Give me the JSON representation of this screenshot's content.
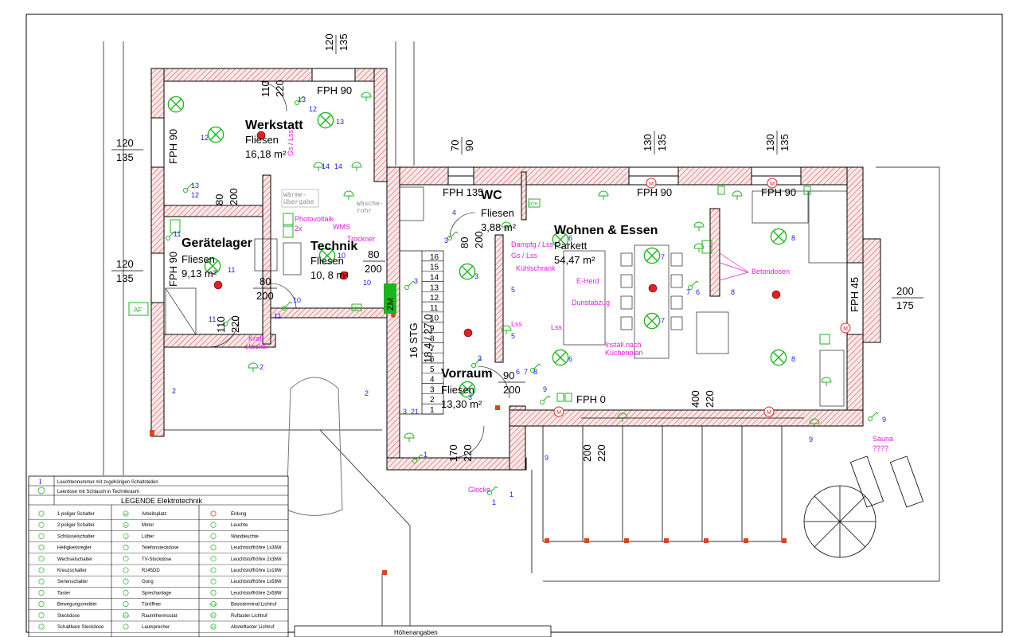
{
  "rooms": {
    "werkstatt": {
      "name": "Werkstatt",
      "floor": "Fliesen",
      "area": "16,18 m²"
    },
    "geraetelager": {
      "name": "Gerätelager",
      "floor": "Fliesen",
      "area": "9,13 m²"
    },
    "technik": {
      "name": "Technik",
      "floor": "Fliesen",
      "area": "10, 8 m²"
    },
    "wc": {
      "name": "WC",
      "floor": "Fliesen",
      "area": "3,88 m²"
    },
    "wohnen": {
      "name": "Wohnen & Essen",
      "floor": "Parkett",
      "area": "54,47 m²"
    },
    "vorraum": {
      "name": "Vorraum",
      "floor": "Fliesen",
      "area": "13,30 m²"
    }
  },
  "dimensions": {
    "d120a": "120",
    "d135a": "135",
    "d120b": "120",
    "d135b": "135",
    "top1_a": "120",
    "top1_b": "135",
    "top2_a": "70",
    "top2_b": "90",
    "top3_a": "130",
    "top3_b": "135",
    "top4_a": "130",
    "top4_b": "135",
    "right_a": "200",
    "right_b": "175",
    "w110a": "110",
    "w220a": "220",
    "w110b": "110",
    "w220b": "220",
    "g200a": "200",
    "g80a": "80",
    "g200b": "200",
    "t80": "80",
    "t200": "200",
    "wc80": "80",
    "wc200": "200",
    "v90": "90",
    "v200": "200",
    "e170": "170",
    "e220": "220",
    "p200": "200",
    "p220": "220",
    "p400": "400",
    "p220b": "220",
    "stg": "16 STG",
    "stg2": "18,4 / 27,0",
    "steps": [
      "16",
      "15",
      "14",
      "13",
      "12",
      "11",
      "10",
      "9",
      "8",
      "7",
      "6",
      "5",
      "4",
      "3",
      "2",
      "1"
    ]
  },
  "windows": {
    "fph90_werk": "FPH 90",
    "fph90_left": "FPH 90",
    "fph90_left2": "FPH 90",
    "fph135": "FPH 135",
    "fph90_top1": "FPH 90",
    "fph90_top2": "FPH 90",
    "fph45": "FPH 45",
    "fph0": "FPH 0"
  },
  "labels": {
    "waermeuebergabe": "Wärme-\nübergabe",
    "waeschrohr": "Wäsche-\nrohr",
    "photovoltaik": "Photovoltaik",
    "pv2x": "2x",
    "wms": "WMS",
    "trockner": "Trockner",
    "gs_lss": "Gs / Lss",
    "dampfg": "Dampfg / Lss",
    "gs_lss2": "Gs / Lss",
    "kuehlschrank": "Kühlschrank",
    "eherd": "E-Herd",
    "dunstabzug": "Dunstabzug",
    "lss1": "Lss",
    "lss2": "Lss",
    "install": "Install.nach",
    "kuechenplan": "Küchenplan",
    "betondosen": "Betondosen",
    "kraft": "Kraft",
    "steckd": "steckd.",
    "glocke": "Glocke",
    "sauna": "Sauna",
    "sauna2": "????",
    "af": "AF",
    "zm": "ZM",
    "rt": "RT",
    "rth": "RTH"
  },
  "circuits": {
    "n12a": "12",
    "n13a": "13",
    "n12b": "12",
    "n13b": "13",
    "n12c": "12",
    "n13c": "13",
    "n13d": "13",
    "n12d": "12",
    "n14a": "14",
    "n14b": "14",
    "n11a": "11",
    "n11b": "11",
    "n11c": "11",
    "n11d": "11",
    "n10a": "10",
    "n10b": "10",
    "n10c": "10",
    "n2a": "2",
    "n2b": "2",
    "n2c": "2",
    "n4": "4",
    "n3a": "3",
    "n3b": "3",
    "n3c": "3",
    "n3d": "3",
    "n3e": "3",
    "n3f": "3",
    "n5a": "5",
    "n5b": "5",
    "n6a": "6",
    "n6b": "6",
    "n6c": "6",
    "n6d": "6",
    "n7a": "7",
    "n7b": "7",
    "n7c": "7",
    "n7d": "7",
    "n8a": "8",
    "n8b": "8",
    "n8c": "8",
    "n8d": "8",
    "n9a": "9",
    "n9b": "9",
    "n9c": "9",
    "n9d": "9",
    "n1a": "1",
    "n1b": "1",
    "n1c": "1",
    "n21": "21"
  },
  "legend": {
    "header1": "Leuchtennummer mit zugehörigen Schaltstellen",
    "header2": "Leerdose mit Schlauch in Technikraum",
    "title": "LEGENDE Elektrotechnik",
    "col1": [
      "1 poliger Schalter",
      "2 poliger Schalter",
      "Schlüsselschalter",
      "Helligkeitsregler",
      "Wechselschalter",
      "Kreuzschalter",
      "Serienschalter",
      "Taster",
      "Bewegungsmelder",
      "Steckdose",
      "Schaltbare Steckdose"
    ],
    "col2": [
      "Arbeitsplatz",
      "Motor",
      "Lüfter",
      "Telefonsteckdose",
      "TV-Stockdose",
      "RJ45DD",
      "Gong",
      "Sprechanlage",
      "Türöffner",
      "Raumthermostat",
      "Lautsprecher"
    ],
    "col3": [
      "Erdung",
      "Leuchte",
      "Wandleuchte",
      "Leuchtstoffröhre 1x36W",
      "Leuchtstoffröhre 2x36W",
      "Leuchtstoffröhre 1x18W",
      "Leuchtstoffröhre 1x58W",
      "Leuchtstoffröhre 2x58W",
      "Basisterminal Lichtruf",
      "Ruftaster Lichtruf",
      "Abstelltaster Lichtruf"
    ],
    "sym2": [
      "AP",
      "M",
      "",
      "",
      "",
      "",
      "",
      "",
      "",
      "RTH",
      ""
    ],
    "sym3b": [
      "",
      "",
      "",
      "",
      "",
      "",
      "",
      "",
      "VD-BT",
      "RT",
      "AT"
    ],
    "num1": "1"
  },
  "hoehen": {
    "title": "Höhenangaben"
  },
  "lights": {
    "marker": "M"
  },
  "colors": {
    "wall_hatch": "#d23c3c",
    "green": "#1db51d",
    "magenta": "#e020e0",
    "blue": "#1a1aff",
    "red": "#e02020"
  }
}
